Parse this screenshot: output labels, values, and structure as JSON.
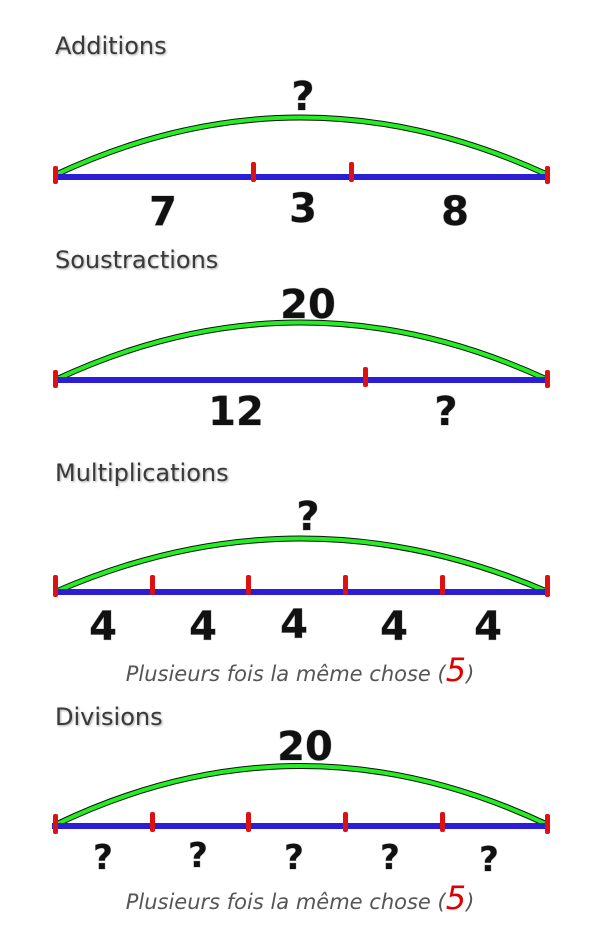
{
  "colors": {
    "arc": "#22ee22",
    "line": "#2a1fd6",
    "tick": "#dd1111",
    "count": "#e00000"
  },
  "sections": [
    {
      "title": "Additions",
      "total": "?",
      "parts": [
        "7",
        "3",
        "8"
      ]
    },
    {
      "title": "Soustractions",
      "total": "20",
      "parts": [
        "12",
        "?"
      ]
    },
    {
      "title": "Multiplications",
      "total": "?",
      "parts": [
        "4",
        "4",
        "4",
        "4",
        "4"
      ],
      "caption_prefix": "Plusieurs fois la même chose (",
      "caption_count": "5",
      "caption_suffix": ")"
    },
    {
      "title": "Divisions",
      "total": "20",
      "parts": [
        "?",
        "?",
        "?",
        "?",
        "?"
      ],
      "caption_prefix": "Plusieurs fois la même chose (",
      "caption_count": "5",
      "caption_suffix": ")"
    }
  ]
}
